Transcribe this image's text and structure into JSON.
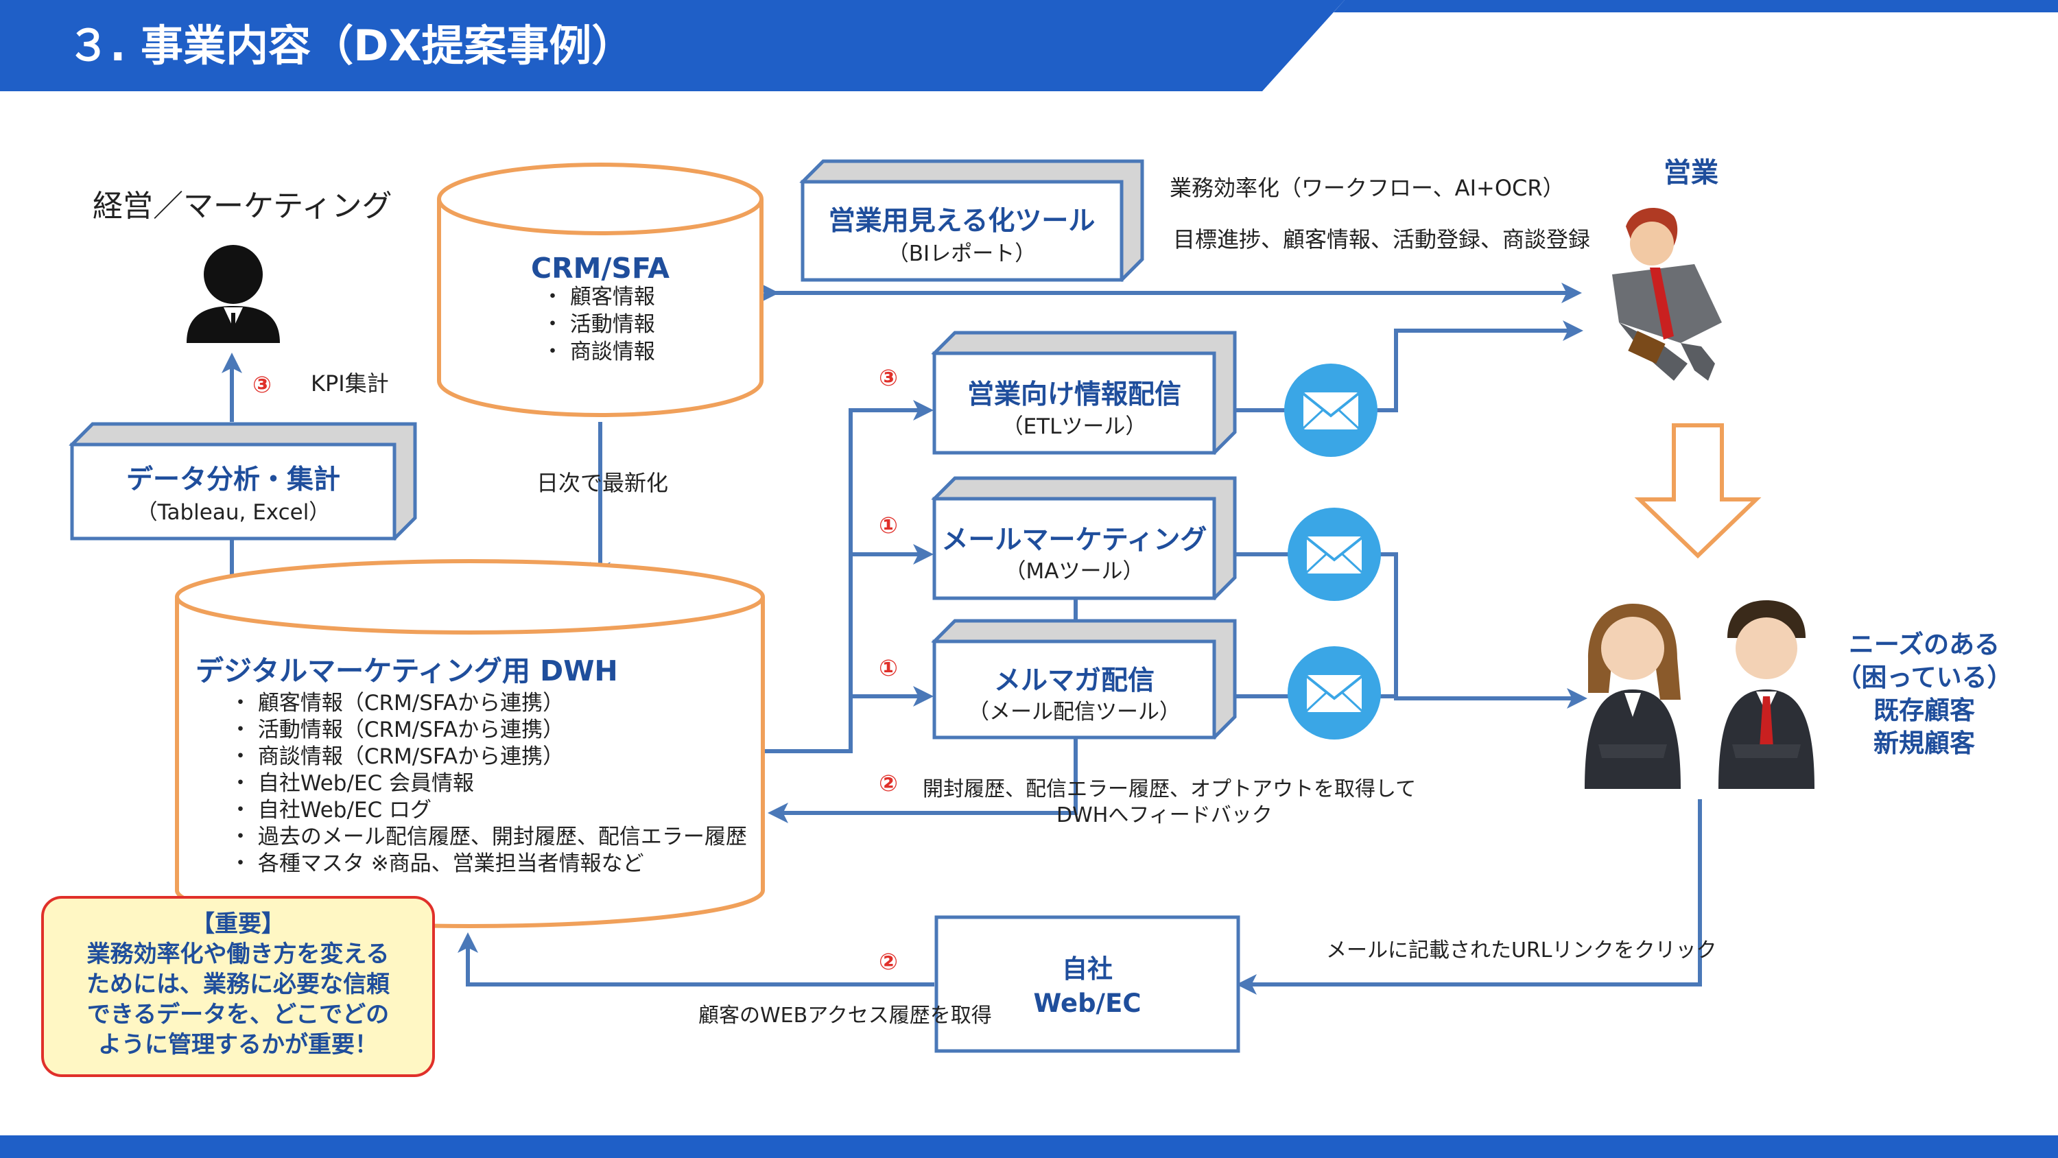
{
  "slide": {
    "title": "３. 事業内容（DX提案事例）",
    "colors": {
      "brand_blue": "#1f5fc7",
      "frame_blue": "#4a78b8",
      "db_orange": "#f0a05a",
      "accent_red": "#e0302a",
      "note_yellow": "#fff7c4",
      "mail_blue": "#3aa6e6"
    }
  },
  "actors": {
    "management": {
      "label": "経営／マーケティング"
    },
    "sales": {
      "label": "営業"
    },
    "customers": {
      "line1": "ニーズのある",
      "line2": "（困っている）",
      "line3": "既存顧客",
      "line4": "新規顧客"
    }
  },
  "crm": {
    "title": "CRM/SFA",
    "items": [
      "・ 顧客情報",
      "・ 活動情報",
      "・ 商談情報"
    ]
  },
  "dwh": {
    "title": "デジタルマーケティング用 DWH",
    "items": [
      "・ 顧客情報（CRM/SFAから連携）",
      "・ 活動情報（CRM/SFAから連携）",
      "・ 商談情報（CRM/SFAから連携）",
      "・ 自社Web/EC 会員情報",
      "・ 自社Web/EC ログ",
      "・ 過去のメール配信履歴、開封履歴、配信エラー履歴",
      "・ 各種マスタ ※商品、営業担当者情報など"
    ]
  },
  "boxes": {
    "bi": {
      "title": "営業用見える化ツール",
      "sub": "（BIレポート）"
    },
    "analysis": {
      "title": "データ分析・集計",
      "sub": "（Tableau, Excel）"
    },
    "sales_delivery": {
      "title": "営業向け情報配信",
      "sub": "（ETLツール）"
    },
    "email_marketing": {
      "title": "メールマーケティング",
      "sub": "（MAツール）"
    },
    "newsletter": {
      "title": "メルマガ配信",
      "sub": "（メール配信ツール）"
    },
    "web": {
      "line1": "自社",
      "line2": "Web/EC"
    }
  },
  "labels": {
    "efficiency": "業務効率化（ワークフロー、AI+OCR）",
    "goals": "目標進捗、顧客情報、活動登録、商談登録",
    "daily_update": "日次で最新化",
    "kpi": "KPI集計",
    "feedback_line1": "開封履歴、配信エラー履歴、オプトアウトを取得して",
    "feedback_line2": "DWHへフィードバック",
    "url_click": "メールに記載されたURLリンクをクリック",
    "web_access": "顧客のWEBアクセス履歴を取得"
  },
  "markers": {
    "n1": "①",
    "n2": "②",
    "n3": "③"
  },
  "important": {
    "head": "【重要】",
    "line1": "業務効率化や働き方を変える",
    "line2": "ためには、業務に必要な信頼",
    "line3": "できるデータを、どこでどの",
    "line4": "ように管理するかが重要！"
  },
  "icons": [
    "person-icon",
    "mail-icon",
    "down-arrow-icon"
  ]
}
